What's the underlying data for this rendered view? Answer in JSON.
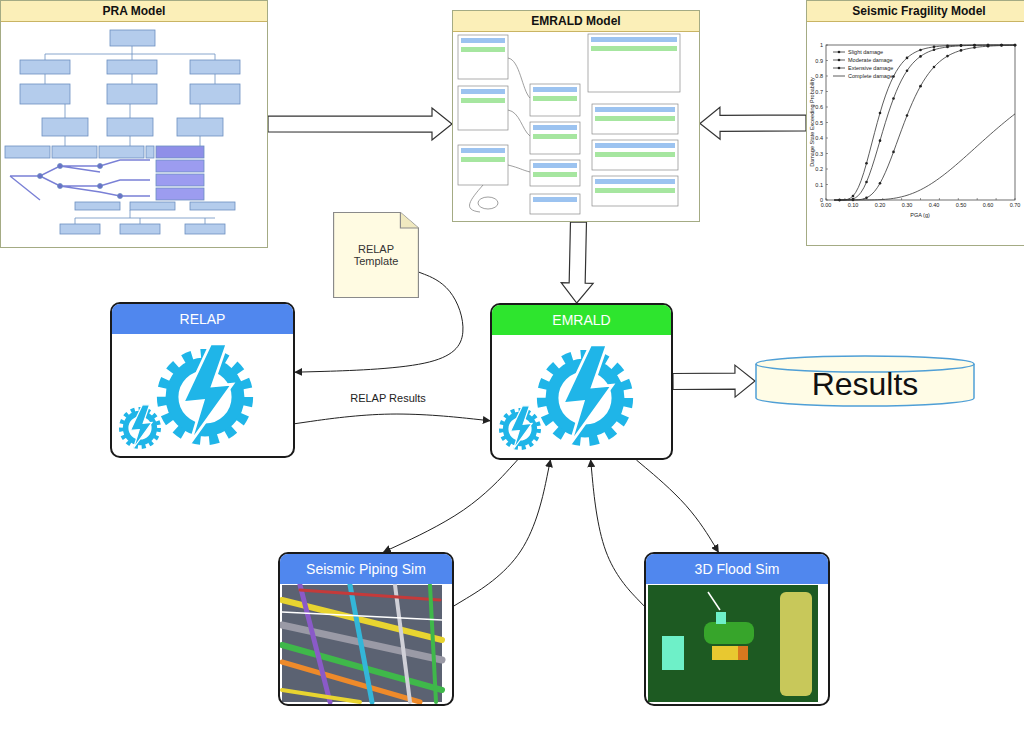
{
  "diagram": {
    "nodes": [
      {
        "text": [
          "PRA Model"
        ]
      },
      {
        "text": [
          "EMRALD Model"
        ]
      },
      {
        "text": [
          "Seismic Fragility Model"
        ]
      },
      {
        "text": [
          "RELAP Template"
        ]
      },
      {
        "text": [
          "RELAP"
        ]
      },
      {
        "text": [
          "EMRALD"
        ]
      },
      {
        "text": [
          "Results"
        ]
      },
      {
        "text": [
          "Seismic Piping Sim"
        ]
      },
      {
        "text": [
          "3D Flood Sim"
        ]
      }
    ],
    "edges": [
      {
        "from": 0,
        "to": 1,
        "arrow": "to"
      },
      {
        "from": 2,
        "to": 1,
        "arrow": "to"
      },
      {
        "from": 1,
        "to": 5,
        "arrow": "to"
      },
      {
        "from": 3,
        "to": 4,
        "arrow": "to"
      },
      {
        "from": 4,
        "to": 5,
        "label": "RELAP Results",
        "arrow": "to"
      },
      {
        "from": 5,
        "to": 6,
        "arrow": "to"
      },
      {
        "from": 5,
        "to": 7,
        "arrow": "to"
      },
      {
        "from": 7,
        "to": 5,
        "arrow": "to"
      },
      {
        "from": 8,
        "to": 5,
        "arrow": "to"
      },
      {
        "from": 5,
        "to": 8,
        "arrow": "to"
      }
    ],
    "labels": [
      "1",
      "0.9",
      "0.8",
      "0.7",
      "0.6",
      "0.5",
      "0.4",
      "0.3",
      "0.2",
      "0.1",
      "0",
      "0.00",
      "0.10",
      "0.20",
      "0.30",
      "0.40",
      "0.50",
      "0.60",
      "0.70",
      "PGA (g)",
      "Damage State Exceeding Probability"
    ],
    "legend": [
      {
        "text": "Slight damage"
      },
      {
        "text": "Moderate damage"
      },
      {
        "text": "Extensive damage"
      },
      {
        "text": "Complete damage"
      }
    ]
  }
}
